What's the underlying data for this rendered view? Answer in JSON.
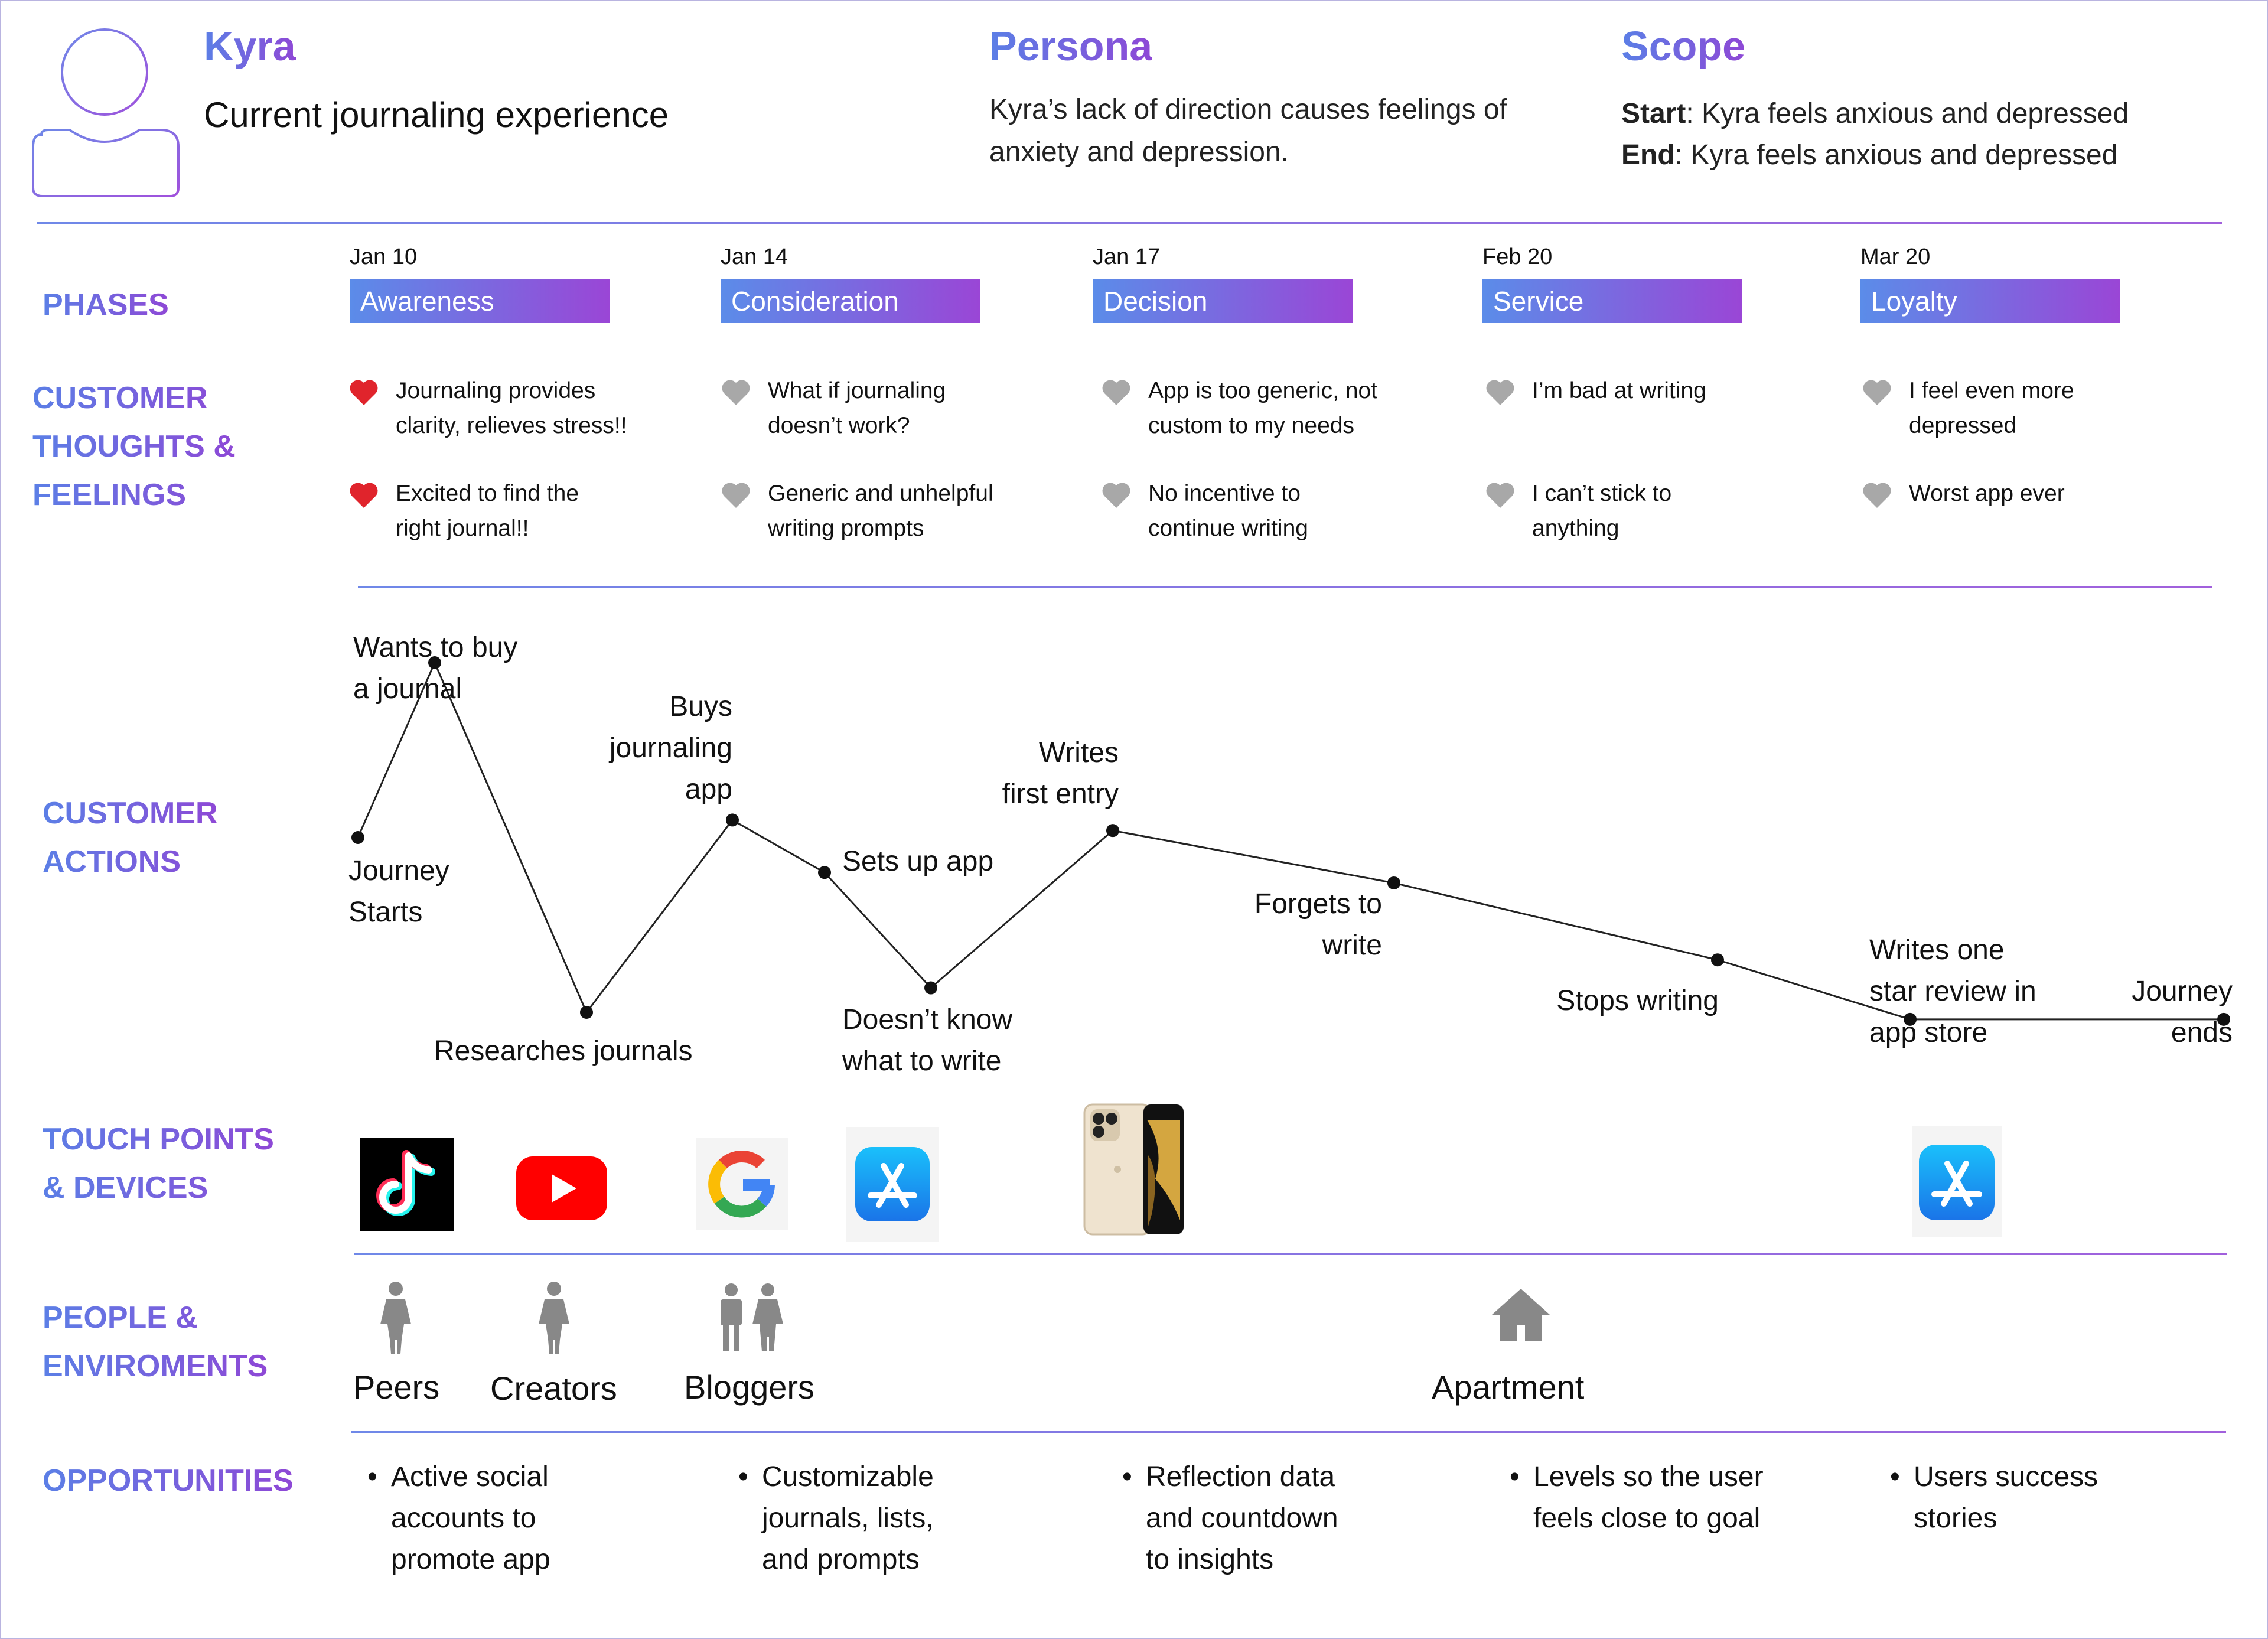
{
  "header": {
    "name": "Kyra",
    "subtitle": "Current journaling experience",
    "persona_title": "Persona",
    "persona_text": "Kyra’s lack of direction causes feelings of anxiety and depression.",
    "scope_title": "Scope",
    "scope_start_label": "Start",
    "scope_start_text": ": Kyra feels anxious and depressed",
    "scope_end_label": "End",
    "scope_end_text": ": Kyra feels anxious and depressed"
  },
  "rows": {
    "phases": "PHASES",
    "thoughts": [
      "CUSTOMER",
      "THOUGHTS &",
      "FEELINGS"
    ],
    "actions": [
      "CUSTOMER",
      "ACTIONS"
    ],
    "touchpoints": [
      "TOUCH POINTS",
      "& DEVICES"
    ],
    "people": [
      "PEOPLE &",
      "ENVIROMENTS"
    ],
    "opportunities": "OPPORTUNITIES"
  },
  "phases": [
    {
      "date": "Jan 10",
      "label": "Awareness"
    },
    {
      "date": "Jan 14",
      "label": "Consideration"
    },
    {
      "date": "Jan 17",
      "label": "Decision"
    },
    {
      "date": "Feb 20",
      "label": "Service"
    },
    {
      "date": "Mar 20",
      "label": "Loyalty"
    }
  ],
  "thoughts": [
    {
      "top": {
        "text": [
          "Journaling provides",
          "clarity, relieves stress!!"
        ],
        "sentiment": "positive"
      },
      "bottom": {
        "text": [
          "Excited to find the",
          "right journal!!"
        ],
        "sentiment": "positive"
      }
    },
    {
      "top": {
        "text": [
          "What if journaling",
          "doesn’t work?"
        ],
        "sentiment": "negative"
      },
      "bottom": {
        "text": [
          "Generic and unhelpful",
          "writing prompts"
        ],
        "sentiment": "negative"
      }
    },
    {
      "top": {
        "text": [
          "App is too generic, not",
          "custom to my needs"
        ],
        "sentiment": "negative"
      },
      "bottom": {
        "text": [
          "No incentive to",
          "continue writing"
        ],
        "sentiment": "negative"
      }
    },
    {
      "top": {
        "text": [
          "I’m bad at writing"
        ],
        "sentiment": "negative"
      },
      "bottom": {
        "text": [
          "I can’t stick to",
          "anything"
        ],
        "sentiment": "negative"
      }
    },
    {
      "top": {
        "text": [
          "I feel even more",
          "depressed"
        ],
        "sentiment": "negative"
      },
      "bottom": {
        "text": [
          "Worst app ever"
        ],
        "sentiment": "negative"
      }
    }
  ],
  "colors": {
    "positive_heart": "#e0242c",
    "negative_heart": "#a8a8a8",
    "accent_start": "#5b8ce9",
    "accent_end": "#9a46d6"
  },
  "actions": [
    {
      "step": 1,
      "label": [
        "Journey",
        "Starts"
      ],
      "level": 0
    },
    {
      "step": 2,
      "label": [
        "Wants to buy",
        "a journal"
      ],
      "level": 1.0
    },
    {
      "step": 3,
      "label": [
        "Researches journals"
      ],
      "level": -1.0
    },
    {
      "step": 4,
      "label": [
        "Buys",
        "journaling",
        "app"
      ],
      "level": 0.1
    },
    {
      "step": 5,
      "label": [
        "Sets up app"
      ],
      "level": -0.2
    },
    {
      "step": 6,
      "label": [
        "Doesn’t know",
        "what to write"
      ],
      "level": -0.86
    },
    {
      "step": 7,
      "label": [
        "Writes",
        "first entry"
      ],
      "level": 0.04
    },
    {
      "step": 8,
      "label": [
        "Forgets to",
        "write"
      ],
      "level": -0.26
    },
    {
      "step": 9,
      "label": [
        "Stops writing"
      ],
      "level": -0.7
    },
    {
      "step": 10,
      "label": [
        "Writes one",
        "star review in",
        "app store"
      ],
      "level": -1.04
    },
    {
      "step": 11,
      "label": [
        "Journey",
        "ends"
      ],
      "level": -1.04
    }
  ],
  "touchpoints": [
    {
      "icon": "tiktok-icon"
    },
    {
      "icon": "youtube-icon"
    },
    {
      "icon": "google-icon"
    },
    {
      "icon": "app-store-icon"
    },
    {
      "icon": "iphone-icon"
    },
    {
      "icon": "app-store-icon"
    }
  ],
  "people": [
    {
      "label": "Peers",
      "icon": "person-icon"
    },
    {
      "label": "Creators",
      "icon": "person-icon"
    },
    {
      "label": "Bloggers",
      "icon": "people-icon"
    },
    {
      "label": "Apartment",
      "icon": "house-icon"
    }
  ],
  "opportunities": [
    [
      "Active social",
      "accounts to",
      "promote app"
    ],
    [
      "Customizable",
      "journals, lists,",
      "and prompts"
    ],
    [
      "Reflection data",
      "and countdown",
      "to insights"
    ],
    [
      "Levels so the user",
      "feels close to goal"
    ],
    [
      "Users success",
      "stories"
    ]
  ],
  "bullet": "•"
}
